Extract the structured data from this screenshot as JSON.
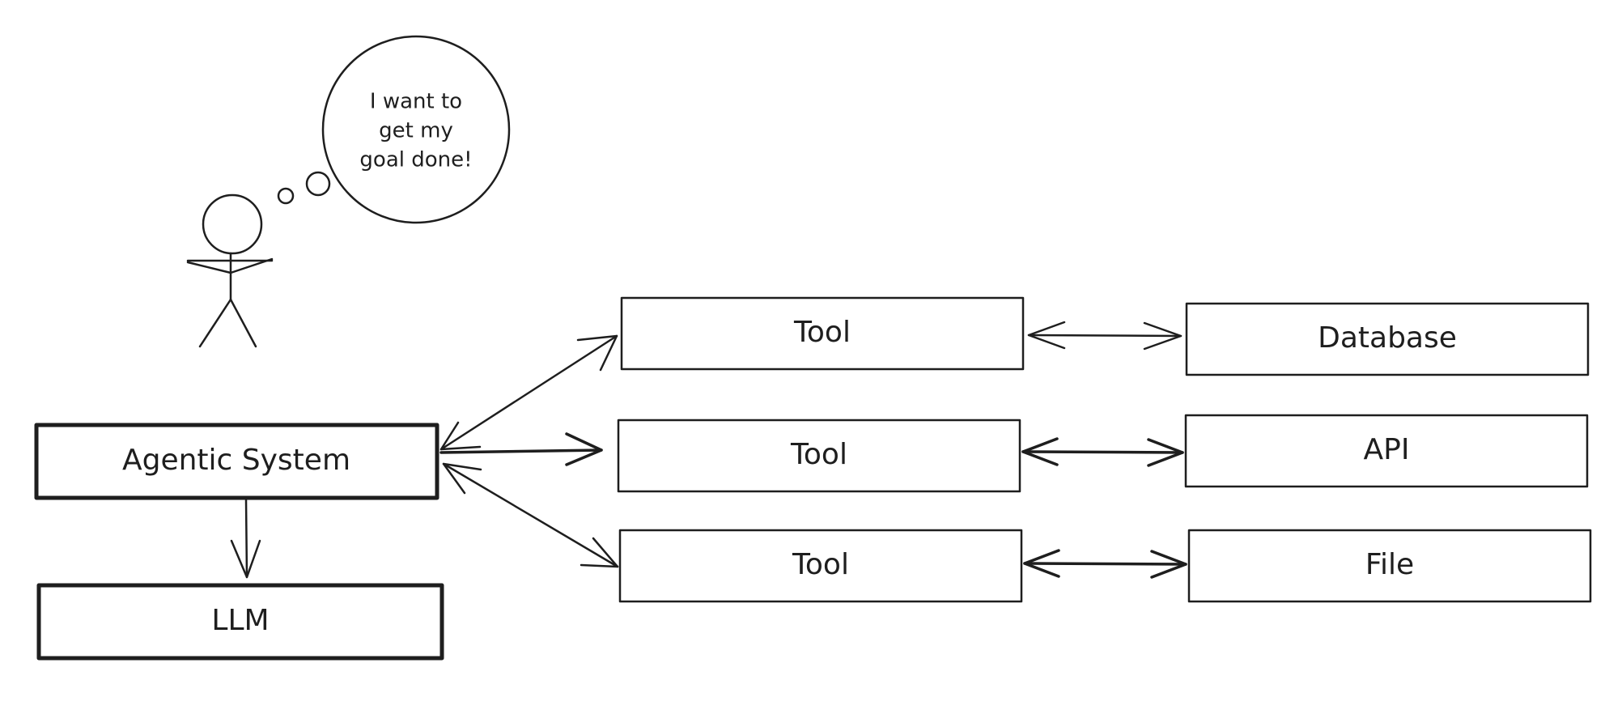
{
  "thought_bubble": {
    "lines": [
      "I want to",
      "get my",
      "goal done!"
    ]
  },
  "boxes": {
    "agentic_system": "Agentic System",
    "llm": "LLM",
    "tool_1": "Tool",
    "tool_2": "Tool",
    "tool_3": "Tool",
    "database": "Database",
    "api": "API",
    "file": "File"
  },
  "colors": {
    "stroke": "#1e1e1e",
    "background": "#ffffff"
  }
}
